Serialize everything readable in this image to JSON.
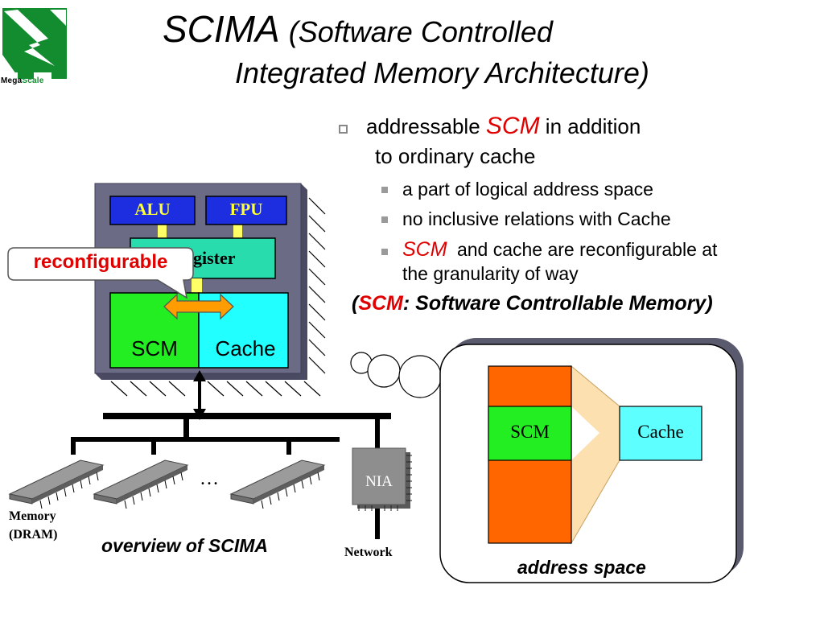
{
  "logo": {
    "text_mega": "Mega",
    "text_scale": "Scale"
  },
  "title": {
    "main": "SCIMA",
    "paren_line1": "(Software Controlled",
    "paren_line2": "Integrated Memory Architecture)"
  },
  "bullets": {
    "b1_part1": "addressable",
    "b1_scm": "SCM",
    "b1_part2": "in addition",
    "b1_line2": "to ordinary cache",
    "sub1": "a part of logical address space",
    "sub2": "no inclusive relations with Cache",
    "sub3_scm": "SCM",
    "sub3_rest": "and cache are reconfigurable at",
    "sub3_line2": "the granularity of way"
  },
  "definition": {
    "open": "(",
    "scm": "SCM",
    "rest": ": Software Controllable Memory)"
  },
  "overview": {
    "alu": "ALU",
    "fpu": "FPU",
    "register_visible": "gister",
    "scm": "SCM",
    "cache": "Cache",
    "callout": "reconfigurable",
    "ellipsis": "…",
    "memory_line1": "Memory",
    "memory_line2": "(DRAM)",
    "nia": "NIA",
    "network": "Network",
    "caption": "overview of SCIMA"
  },
  "address_space": {
    "scm": "SCM",
    "cache": "Cache",
    "caption": "address space"
  },
  "colors": {
    "chip_gray": "#6b6b86",
    "alu_blue": "#1c2ee0",
    "alu_text": "#ffff33",
    "register_teal": "#29dcae",
    "scm_green": "#22ee22",
    "cache_cyan": "#22ffff",
    "arrow_orange": "#ff9c00",
    "addr_orange": "#ff6600",
    "trapezoid_peach": "#fde0b0",
    "callout_red": "#e00000",
    "logo_green": "#138c2f"
  }
}
